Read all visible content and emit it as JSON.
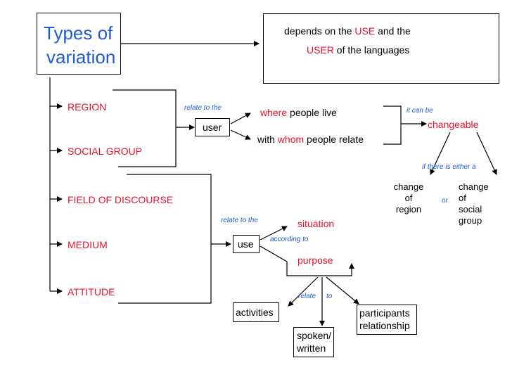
{
  "title": {
    "line1": "Types of",
    "line2": "variation"
  },
  "depends": {
    "prefix": "depends on the",
    "use": "USE",
    "and_the": "and the",
    "user": "USER",
    "suffix": "of the languages"
  },
  "categories": [
    "REGION",
    "SOCIAL GROUP",
    "FIELD OF DISCOURSE",
    "MEDIUM",
    "ATTITUDE"
  ],
  "labels": {
    "relate_to_the_1": "relate to the",
    "relate_to_the_2": "relate to the",
    "it_can_be": "it can be",
    "if_there_is": "if there is either a",
    "or": "or",
    "according_to": "according to",
    "relate": "relate",
    "to": "to"
  },
  "user_branch": {
    "node": "user",
    "where": "where",
    "where_rest": "people live",
    "with": "with",
    "whom": "whom",
    "whom_rest": "people relate",
    "changeable": "changeable",
    "change_region": [
      "change",
      "of",
      "region"
    ],
    "change_social": [
      "change",
      "of",
      "social",
      "group"
    ]
  },
  "use_branch": {
    "node": "use",
    "situation": "situation",
    "purpose": "purpose",
    "activities": "activities",
    "spoken_written": [
      "spoken/",
      "written"
    ],
    "participants": [
      "participants",
      "relationship"
    ]
  },
  "colors": {
    "accent_red": "#e8112d",
    "accent_blue": "#1f5bd8",
    "line": "#000000"
  }
}
